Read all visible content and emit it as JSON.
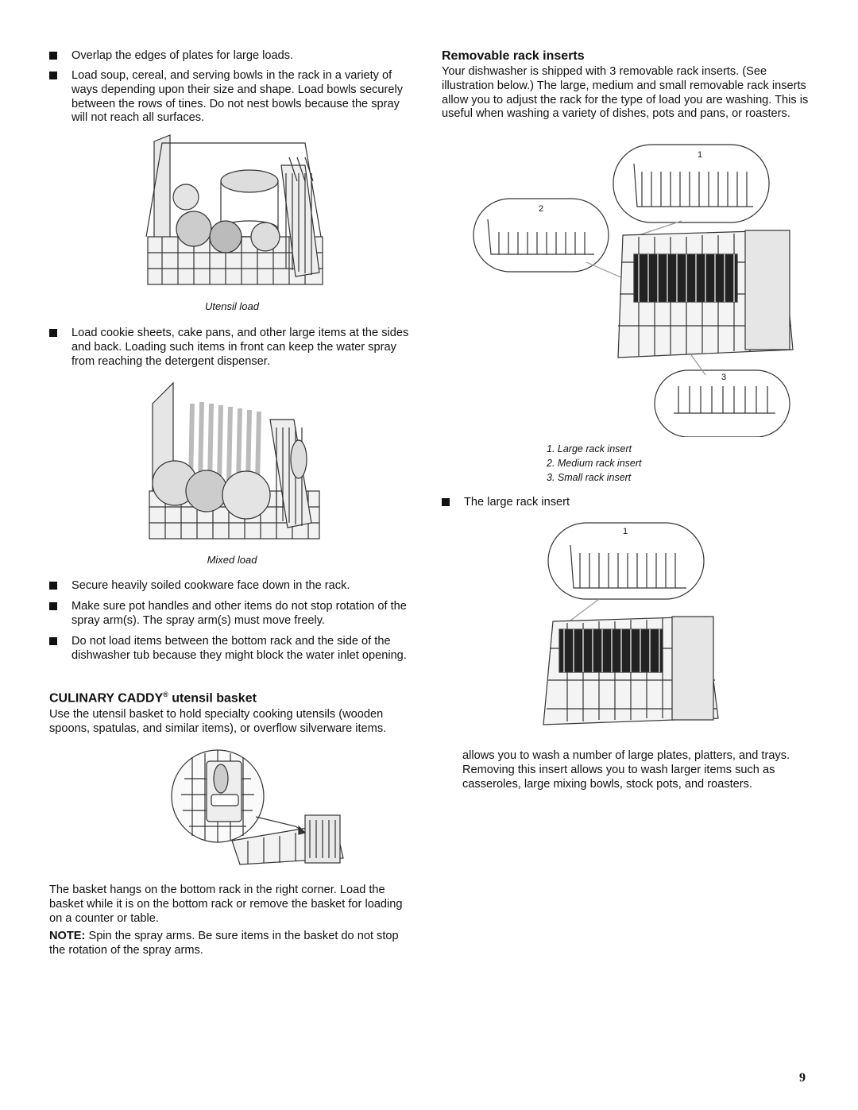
{
  "left": {
    "bullets_top": [
      "Overlap the edges of plates for large loads.",
      "Load soup, cereal, and serving bowls in the rack in a variety of ways depending upon their size and shape. Load bowls securely between the rows of tines. Do not nest bowls because the spray will not reach all surfaces."
    ],
    "utensil_caption": "Utensil load",
    "bullet_cookie": "Load cookie sheets, cake pans, and other large items at the sides and back. Loading such items in front can keep the water spray from reaching the detergent dispenser.",
    "mixed_caption": "Mixed load",
    "bullets_bottom": [
      "Secure heavily soiled cookware face down in the rack.",
      "Make sure pot handles and other items do not stop rotation of the spray arm(s). The spray arm(s) must move freely.",
      "Do not load items between the bottom rack and the side of the dishwasher tub because they might block the water inlet opening."
    ],
    "caddy_heading": "CULINARY CADDY",
    "caddy_reg": "®",
    "caddy_heading_rest": " utensil basket",
    "caddy_text": "Use the utensil basket to hold specialty cooking utensils (wooden spoons, spatulas, and similar items), or overflow silverware items.",
    "basket_text": "The basket hangs on the bottom rack in the right corner. Load the basket while it is on the bottom rack or remove the basket for loading on a counter or table.",
    "note_label": "NOTE:",
    "note_text": " Spin the spray arms. Be sure items in the basket do not stop the rotation of the spray arms."
  },
  "right": {
    "heading": "Removable rack inserts",
    "intro": "Your dishwasher is shipped with 3 removable rack inserts. (See illustration below.) The large, medium and small removable rack inserts allow you to adjust the rack for the type of load you are washing. This is useful when washing a variety of dishes, pots and pans, or roasters.",
    "callouts": [
      "1",
      "2",
      "3"
    ],
    "captions": [
      "1. Large rack insert",
      "2. Medium rack insert",
      "3. Small rack insert"
    ],
    "bullet_large": "The large rack insert",
    "callout_large": "1",
    "large_text": "allows you to wash a number of large plates, platters, and trays. Removing this insert allows you to wash larger items such as casseroles, large mixing bowls, stock pots, and roasters."
  },
  "page_number": "9"
}
